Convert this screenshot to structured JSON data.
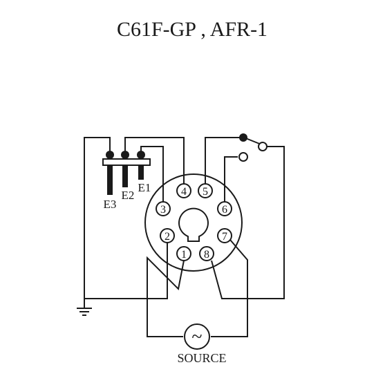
{
  "title": "C61F-GP , AFR-1",
  "source_label": "SOURCE",
  "electrodes": [
    "E3",
    "E2",
    "E1"
  ],
  "pins": [
    "1",
    "2",
    "3",
    "4",
    "5",
    "6",
    "7",
    "8"
  ],
  "ac_symbol": "~",
  "colors": {
    "line": "#1a1a1a",
    "background": "#ffffff"
  }
}
